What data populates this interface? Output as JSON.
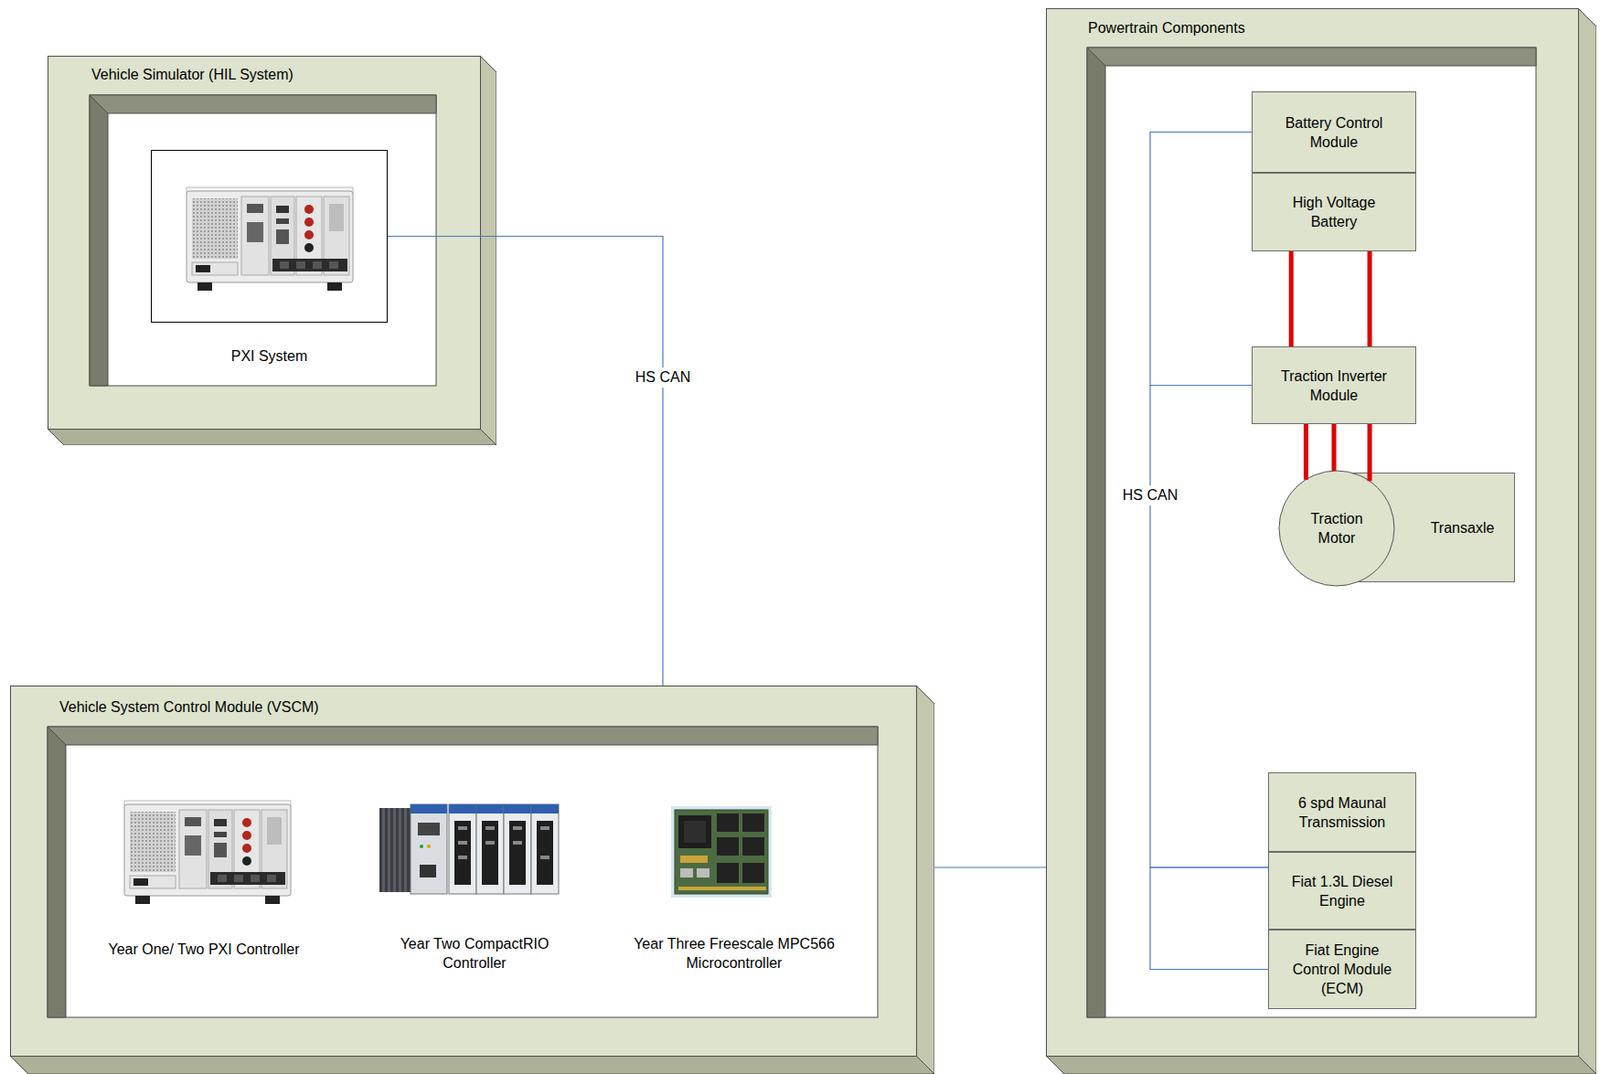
{
  "diagram": {
    "nodes": [
      {
        "text": [
          "Vehicle Simulator (HIL System)"
        ]
      },
      {
        "text": [
          "PXI System"
        ],
        "in": 0
      },
      {
        "text": [
          "Vehicle System Control Module (VSCM)"
        ]
      },
      {
        "text": [
          "Year One/ Two PXI Controller"
        ],
        "in": 2
      },
      {
        "text": [
          "Year Two CompactRIO Controller"
        ],
        "in": 2
      },
      {
        "text": [
          "Year Three Freescale MPC566 Microcontroller"
        ],
        "in": 2
      },
      {
        "text": [
          "Powertrain Components"
        ]
      },
      {
        "text": [
          "Battery Control Module"
        ],
        "in": 6
      },
      {
        "text": [
          "High Voltage Battery"
        ],
        "in": 6
      },
      {
        "text": [
          "Traction Inverter Module"
        ],
        "in": 6
      },
      {
        "text": [
          "Transaxle"
        ],
        "in": 6
      },
      {
        "text": [
          "Traction Motor"
        ],
        "in": 6
      },
      {
        "text": [
          "6 spd Maunal Transmission"
        ],
        "in": 6
      },
      {
        "text": [
          "Fiat 1.3L Diesel Engine"
        ],
        "in": 6
      },
      {
        "text": [
          "Fiat Engine Control Module (ECM)"
        ],
        "in": 6
      }
    ],
    "edges": [
      {
        "from": 1,
        "to": 2,
        "arrow": "none",
        "label": "HS CAN"
      },
      {
        "from": 2,
        "to": 6,
        "arrow": "none"
      },
      {
        "from": 7,
        "to": 9,
        "arrow": "none"
      },
      {
        "from": 9,
        "to": 13,
        "arrow": "none",
        "label": "HS CAN"
      },
      {
        "from": 13,
        "to": 14,
        "arrow": "none"
      },
      {
        "from": 8,
        "to": 9,
        "arrow": "none"
      },
      {
        "from": 9,
        "to": 11,
        "arrow": "none"
      }
    ]
  }
}
